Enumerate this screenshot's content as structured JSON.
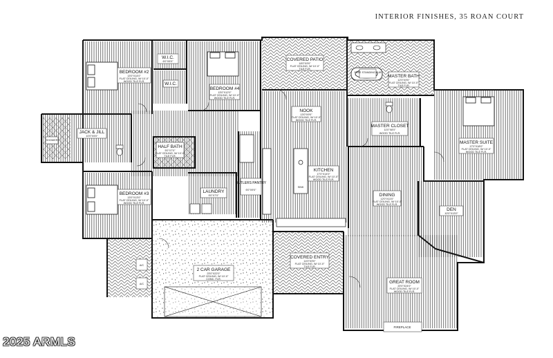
{
  "header": {
    "title": "INTERIOR FINISHES, 35 ROAN COURT"
  },
  "watermark": "2025 ARMLS",
  "rooms": {
    "bedroom2": {
      "name": "BEDROOM #2",
      "dim": "13'0\"X14'0\"",
      "n1": "FLAT CEILING, W/ 10'-0\"",
      "n2": "WOOD TILE FLR."
    },
    "wic": {
      "name": "W.I.C.",
      "dim": "6'0\"X5'0\""
    },
    "wic2": {
      "name": "W.I.C."
    },
    "bedroom4": {
      "name": "BEDROOM #4",
      "dim": "13'0\"X12'0\"",
      "n1": "FLAT CEILING, W/ 10'-0\"",
      "n2": "WOOD TILE FLR."
    },
    "covered_patio": {
      "name": "COVERED PATIO",
      "dim": "18'0\"X9'0\"",
      "n1": "FLAT CEILING, W/ 10'-0\"",
      "n2": "TILE FLR."
    },
    "freestanding_tub": {
      "name": "FREE STANDING TUB"
    },
    "master_bath": {
      "name": "MASTER BATH",
      "dim": "12'0\"X9'0\"",
      "n1": "FLAT CEILING, W/ 10'-0\"",
      "n2": "TILE FLR."
    },
    "nook": {
      "name": "NOOK",
      "dim": "13'0\"X9'0\"",
      "n1": "FLAT CEILING, W/ 10'-0\"",
      "n2": "WOOD TILE FLR."
    },
    "master_closet": {
      "name": "MASTER CLOSET",
      "dim": "11'0\"X8'0\"",
      "n1": "WOOD TILE FLR."
    },
    "master_suite": {
      "name": "MASTER SUITE",
      "dim": "17'0\"X18'0\"",
      "n1": "FLAT CEILING, W/ 10'-0\"",
      "n2": "WOOD TILE FLR."
    },
    "jack_jill": {
      "name": "JACK & JILL",
      "dim": "10'0\"X5'0\""
    },
    "shower": {
      "name": "SHOWER"
    },
    "half_bath": {
      "name": "HALF BATH",
      "dim": "5'0\"X7'0\"",
      "n1": "FLAT CEILING, W/ 10'-0\"",
      "n2": "TILE FLR."
    },
    "kitchen": {
      "name": "KITCHEN",
      "dim": "17'0\"X14'0\"",
      "n1": "FLAT CEILING, W/ 10'-0\"",
      "n2": "WOOD TILE FLR."
    },
    "bedroom3": {
      "name": "BEDROOM #3",
      "dim": "13'0\"X13'0\"",
      "n1": "FLAT CEILING, W/ 10'-0\"",
      "n2": "WOOD TILE FLR."
    },
    "laundry": {
      "name": "LAUNDRY",
      "dim": "9'0\"X7'0\""
    },
    "butlers_pantry": {
      "name": "BUTLERS PANTRY",
      "dim": "6'0\"X9'0\""
    },
    "dining": {
      "name": "DINING",
      "dim": "12'0\"X11'0\"",
      "n1": "FLAT CEILING, W/ 10'-0\"",
      "n2": "WOOD TILE FLR."
    },
    "den": {
      "name": "DEN",
      "dim": "10'0\"X13'0\""
    },
    "garage": {
      "name": "2 CAR GARAGE",
      "dim": "23'0\"X22'0\"",
      "n1": "FLAT CEILING, W/ 10'-0\"",
      "n2": "CONC. FLR."
    },
    "covered_entry": {
      "name": "COVERED ENTRY",
      "dim": "14'0\"X9'0\"",
      "n1": "FLAT CEILING, W/ 10'-0\"",
      "n2": "TILE FLR."
    },
    "great_room": {
      "name": "GREAT ROOM",
      "dim": "20'0\"X24'0\"",
      "n1": "FLAT CEILING, W/ 10'-0\"",
      "n2": "WOOD TILE FLR."
    }
  },
  "fixtures": {
    "fireplace": "FIREPLACE",
    "ac1": "A/C",
    "ac2": "A/C",
    "sink": "SINK"
  }
}
